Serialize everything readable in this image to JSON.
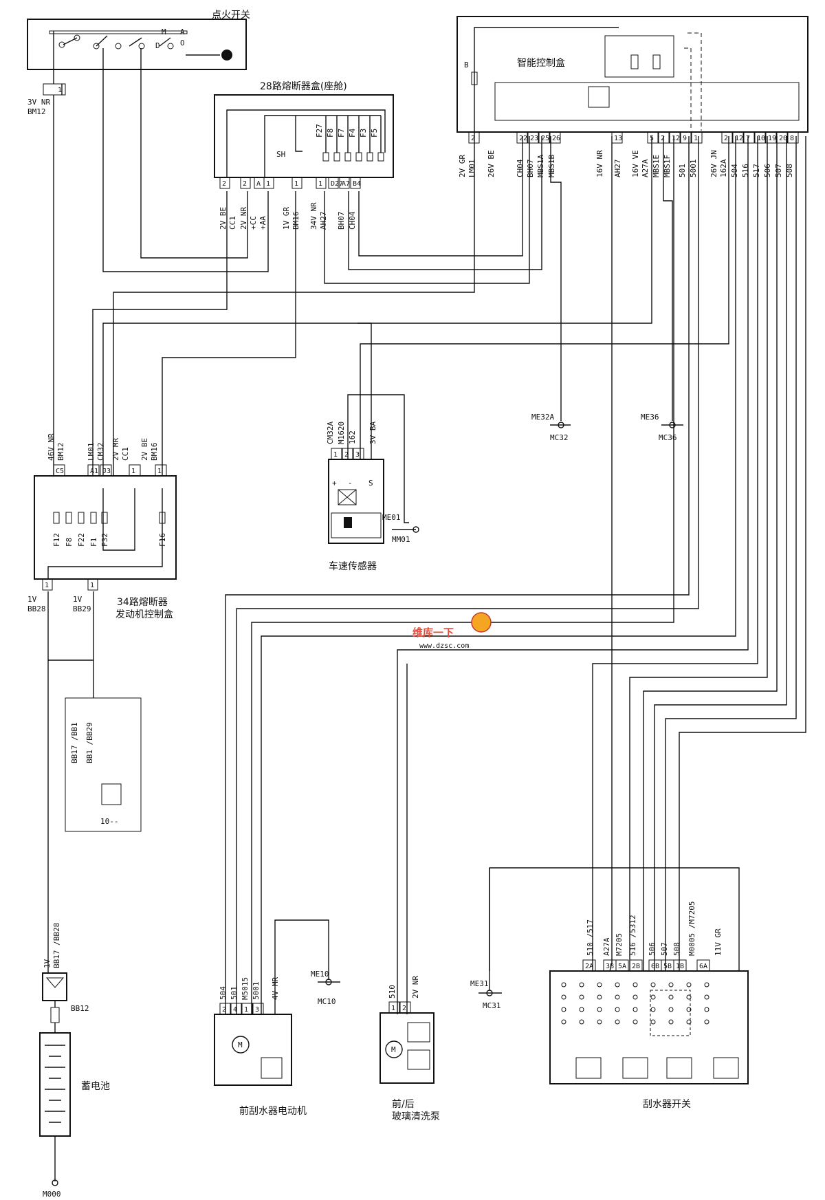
{
  "components": {
    "ignition_switch": {
      "title": "点火开关",
      "pin": "1",
      "pos_m": "M",
      "pos_a": "A",
      "pos_d": "D",
      "pos_o": "O"
    },
    "fuse_box_28": {
      "title": "28路熔断器盒(座舱)",
      "fuses": [
        "F27",
        "F8",
        "F7",
        "F4",
        "F3",
        "F5"
      ],
      "sh": "SH",
      "pins": [
        "2",
        "2",
        "A",
        "1",
        "1",
        "1",
        "D27",
        "A7",
        "B4"
      ]
    },
    "smart_box": {
      "title": "智能控制盒",
      "b_label": "B",
      "pins": [
        "2",
        "22",
        "23",
        "25",
        "26",
        "13",
        "5",
        "2",
        "12",
        "9",
        "1",
        "2",
        "12",
        "7",
        "10",
        "19",
        "20",
        "8"
      ]
    },
    "fuse_box_34": {
      "title_line1": "34路熔断器",
      "title_line2": "发动机控制盒",
      "fuses": [
        "F12",
        "F8",
        "F22",
        "F1",
        "F32",
        "F16"
      ],
      "pins": [
        "C5",
        "A1",
        "J3",
        "1",
        "1"
      ],
      "bottom_pins": [
        "1",
        "1"
      ]
    },
    "speed_sensor": {
      "title": "车速传感器",
      "pins": [
        "1",
        "2",
        "3"
      ],
      "plus": "+",
      "minus": "-",
      "s": "S"
    },
    "battery": {
      "title": "蓄电池",
      "fuse_label": "BB12",
      "ground": "M000"
    },
    "starter_box": {
      "label": "10--"
    },
    "wiper_motor": {
      "title": "前刮水器电动机",
      "pins": [
        "2",
        "4",
        "1",
        "3"
      ],
      "m": "M"
    },
    "washer_pump": {
      "title_line1": "前/后",
      "title_line2": "玻璃清洗泵",
      "pins": [
        "1",
        "2"
      ],
      "m": "M"
    },
    "wiper_switch": {
      "title": "刮水器开关",
      "pins": [
        "2A",
        "3B",
        "5A",
        "2B",
        "6B",
        "5B",
        "1B",
        "6A"
      ]
    }
  },
  "wire_labels": {
    "ign_out": "3V NR",
    "ign_out2": "BM12",
    "fb28_a": "2V BE",
    "fb28_a2": "CC1",
    "fb28_b": "2V NR",
    "fb28_b2": "+CC",
    "fb28_c": "+AA",
    "fb28_d": "1V GR",
    "fb28_d2": "BM16",
    "fb28_e": "34V NR",
    "fb28_e2": "AH27",
    "fb28_f": "BH07",
    "fb28_g": "CH04",
    "sb_a": "2V GR",
    "sb_a2": "LM01",
    "sb_b": "26V BE",
    "sb_c": "CH04",
    "sb_d": "BH07",
    "sb_e": "MBS1A",
    "sb_f": "MBS1B",
    "sb_g": "16V NR",
    "sb_h": "AH27",
    "sb_i": "16V VE",
    "sb_i2": "A27A",
    "sb_j": "MBS1E",
    "sb_k": "MBS1F",
    "sb_l": "501",
    "sb_m": "5001",
    "sb_n": "26V JN",
    "sb_n2": "162A",
    "sb_o": "504",
    "sb_p": "516",
    "sb_q": "517",
    "sb_r": "506",
    "sb_s": "507",
    "sb_t": "508",
    "fb34_a": "46V NR",
    "fb34_a2": "BM12",
    "fb34_b": "LM01",
    "fb34_c": "CM32",
    "fb34_d": "2V MR",
    "fb34_d2": "CC1",
    "fb34_e": "2V BE",
    "fb34_e2": "BM16",
    "fb34_out1": "1V",
    "fb34_out1b": "BB28",
    "fb34_out2": "1V",
    "fb34_out2b": "BB29",
    "ss_a": "CM32A",
    "ss_b": "M1620",
    "ss_c": "162",
    "ss_d": "3V BA",
    "gnd_me01": "ME01",
    "gnd_mm01": "MM01",
    "gnd_me32a": "ME32A",
    "gnd_mc32": "MC32",
    "gnd_me36": "ME36",
    "gnd_mc36": "MC36",
    "st_a": "BB17 /BB1",
    "st_b": "BB1 /BB29",
    "bat_a": "1V",
    "bat_b": "BB17 /BB28",
    "wm_a": "504",
    "wm_b": "501",
    "wm_c": "M5015",
    "wm_d": "5001",
    "wm_e": "4V MR",
    "gnd_me10": "ME10",
    "gnd_mc10": "MC10",
    "wp_a": "510",
    "wp_b": "2V NR",
    "gnd_me31": "ME31",
    "gnd_mc31": "MC31",
    "ws_a": "510 /517",
    "ws_b": "A27A",
    "ws_c": "M7205",
    "ws_d": "516 /5312",
    "ws_e": "506",
    "ws_f": "507",
    "ws_g": "508",
    "ws_h": "M0005 /M7205",
    "ws_i": "11V GR"
  },
  "watermark": {
    "line1": "维库一下",
    "line2": "www.dzsc.com"
  }
}
